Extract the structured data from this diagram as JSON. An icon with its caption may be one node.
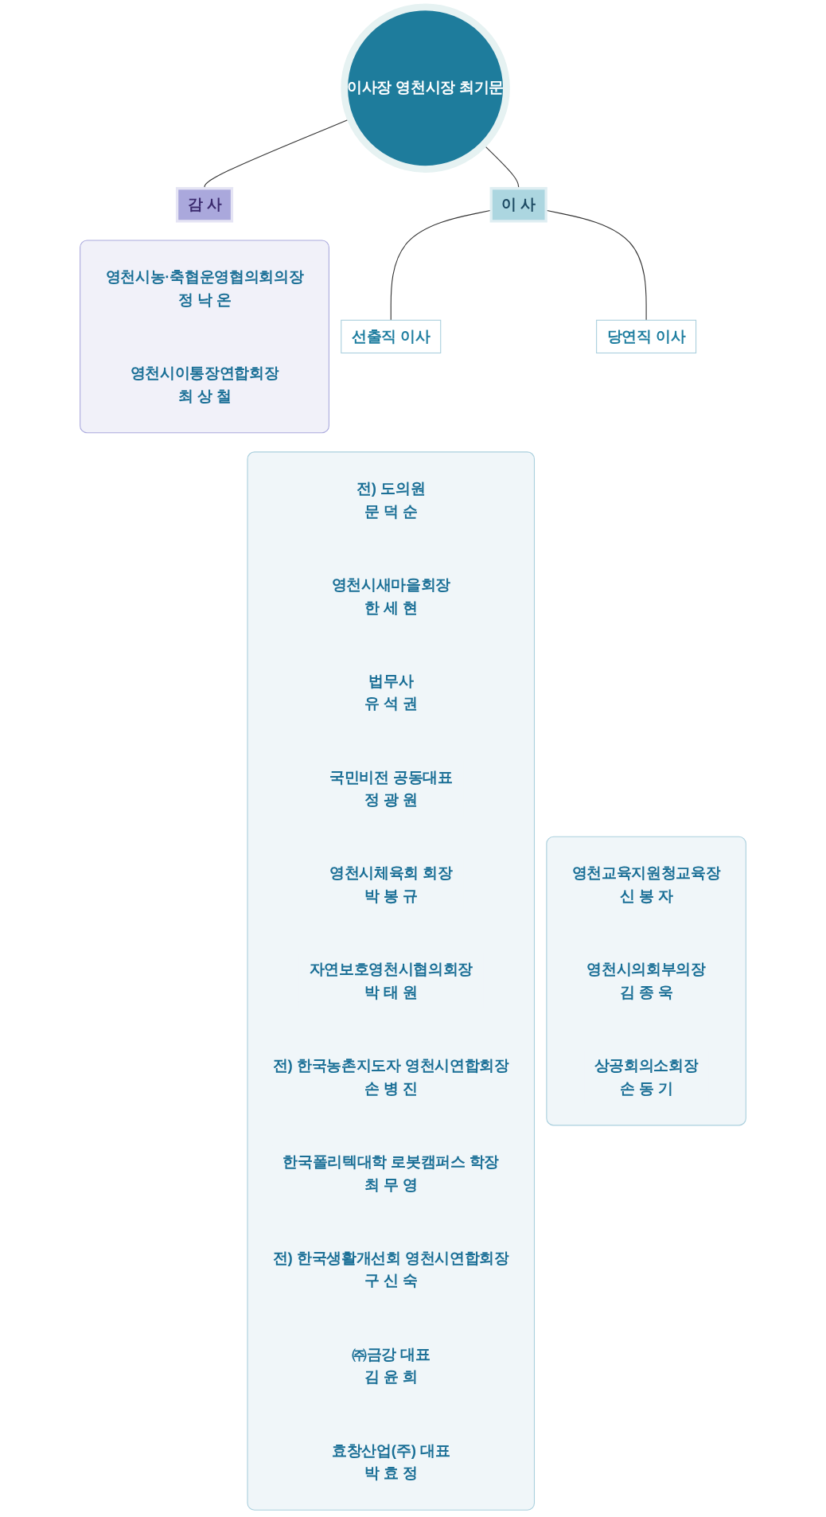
{
  "diagram": {
    "nodes": [
      {
        "text": [
          "이사장 영천시장 최기문"
        ]
      },
      {
        "text": [
          "이 사"
        ]
      },
      {
        "text": [
          "감 사"
        ]
      },
      {
        "text": [
          "선출직 이사"
        ]
      },
      {
        "text": [
          "당연직 이사"
        ]
      },
      {
        "text": [],
        "shape": "box"
      },
      {
        "text": [
          "전) 도의원",
          "문 덕 순"
        ],
        "in": 5
      },
      {
        "text": [
          "영천시새마을회장",
          "한 세 현"
        ],
        "in": 5
      },
      {
        "text": [
          "법무사",
          "유 석 권"
        ],
        "in": 5
      },
      {
        "text": [
          "국민비전 공동대표",
          "정 광 원"
        ],
        "in": 5
      },
      {
        "text": [
          "영천시체육회 회장",
          "박 봉 규"
        ],
        "in": 5
      },
      {
        "text": [
          "자연보호영천시협의회장",
          "박 태 원"
        ],
        "in": 5
      },
      {
        "text": [
          "전) 한국농촌지도자 영천시연합회장",
          "손 병 진"
        ],
        "in": 5
      },
      {
        "text": [
          "한국폴리텍대학 로봇캠퍼스 학장",
          "최 무 영"
        ],
        "in": 5
      },
      {
        "text": [
          "전) 한국생활개선회 영천시연합회장",
          "구 신 숙"
        ],
        "in": 5
      },
      {
        "text": [
          "㈜금강 대표",
          "김 윤 희"
        ],
        "in": 5
      },
      {
        "text": [
          "효창산업(주) 대표",
          "박 효 정"
        ],
        "in": 5
      },
      {
        "text": [],
        "shape": "box"
      },
      {
        "text": [
          "영천교육지원청교육장",
          "신 봉 자"
        ],
        "in": 17
      },
      {
        "text": [
          "영천시의회부의장",
          "김 종 욱"
        ],
        "in": 17
      },
      {
        "text": [
          "상공회의소회장",
          "손 동 기"
        ],
        "in": 17
      },
      {
        "text": [],
        "shape": "box"
      },
      {
        "text": [
          "영천시농·축협운영협의회의장",
          "정 낙 온"
        ],
        "in": 21
      },
      {
        "text": [
          "영천시이통장연합회장",
          "최 상 철"
        ],
        "in": 21
      }
    ],
    "edges": [
      {
        "from": 0,
        "to": 1,
        "arrow": "none"
      },
      {
        "from": 0,
        "to": 2,
        "arrow": "none"
      },
      {
        "from": 1,
        "to": 3,
        "arrow": "none"
      },
      {
        "from": 1,
        "to": 4,
        "arrow": "none"
      }
    ]
  }
}
